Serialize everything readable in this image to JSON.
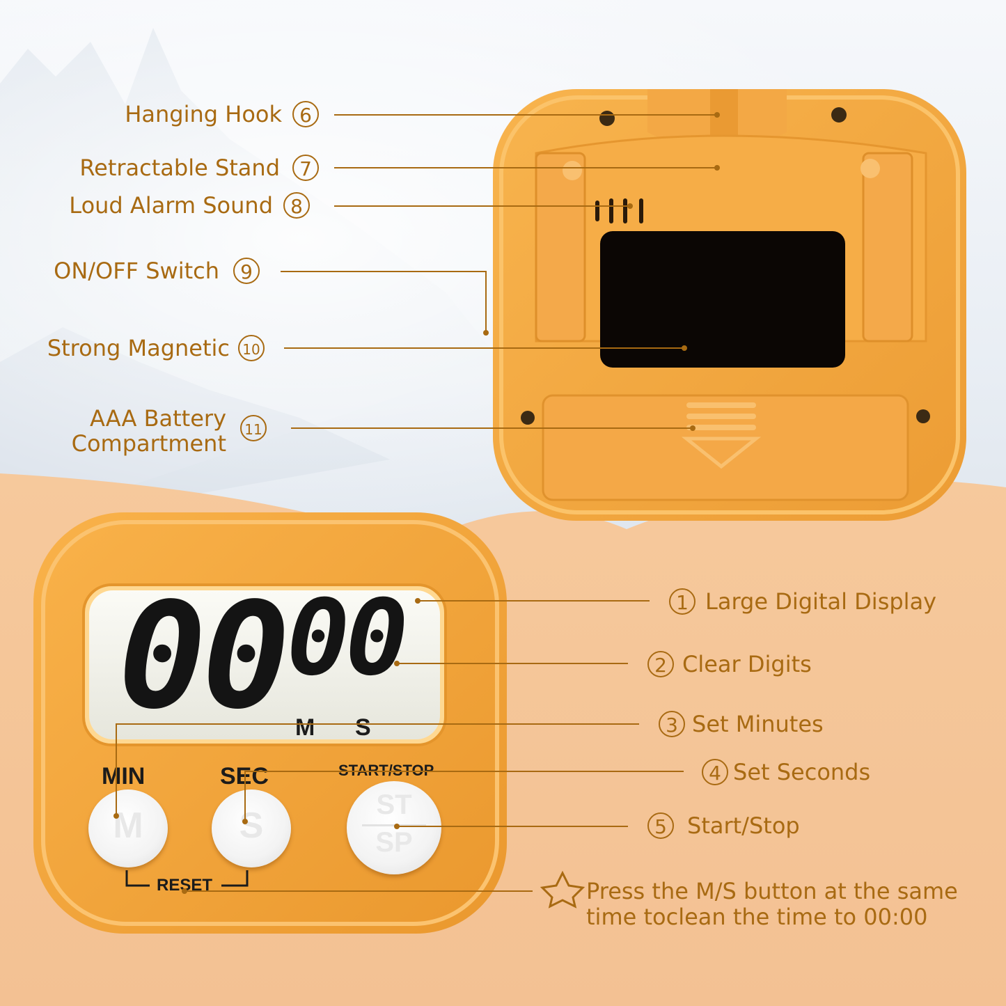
{
  "callouts_back": [
    {
      "label": "Hanging Hook",
      "num": "6"
    },
    {
      "label": "Retractable Stand",
      "num": "7"
    },
    {
      "label": "Loud Alarm Sound",
      "num": "8"
    },
    {
      "label": "ON/OFF Switch",
      "num": "9"
    },
    {
      "label": "Strong Magnetic",
      "num": "10"
    },
    {
      "label": "AAA Battery",
      "label2": "Compartment",
      "num": "11"
    }
  ],
  "callouts_front": [
    {
      "num": "1",
      "label": "Large Digital Display"
    },
    {
      "num": "2",
      "label": "Clear Digits"
    },
    {
      "num": "3",
      "label": "Set Minutes"
    },
    {
      "num": "4",
      "label": "Set Seconds"
    },
    {
      "num": "5",
      "label": "Start/Stop"
    }
  ],
  "tip": {
    "line1": "Press the M/S button at the same",
    "line2": "time toclean the time to 00:00"
  },
  "timer": {
    "minutes": "00",
    "seconds": "00",
    "unit_m": "M",
    "unit_s": "S",
    "btn_min_label": "MIN",
    "btn_sec_label": "SEC",
    "btn_start_label": "START/STOP",
    "btn_m_glyph": "M",
    "btn_s_glyph": "S",
    "btn_st_glyph": "ST",
    "btn_sp_glyph": "SP",
    "reset_label": "RESET"
  },
  "colors": {
    "accent": "#a86a12",
    "body": "#f0a43c",
    "lcd": "#f1f1e8"
  }
}
